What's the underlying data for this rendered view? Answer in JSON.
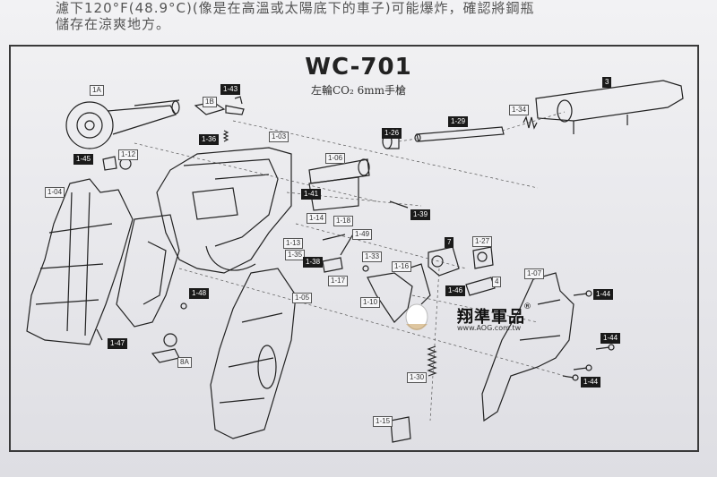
{
  "header": {
    "line1": "濾下120°F(48.9°C)(像是在高溫或太陽底下的車子)可能爆炸，確認將鋼瓶",
    "line2": "儲存在涼爽地方。"
  },
  "diagram": {
    "title": "WC-701",
    "subtitle": "左輪CO₂ 6mm手槍"
  },
  "parts": [
    {
      "id": "1A",
      "style": "outline"
    },
    {
      "id": "1-43",
      "style": "filled"
    },
    {
      "id": "1B",
      "style": "outline"
    },
    {
      "id": "1-36",
      "style": "filled"
    },
    {
      "id": "1-03",
      "style": "outline"
    },
    {
      "id": "1-45",
      "style": "filled"
    },
    {
      "id": "1-12",
      "style": "outline"
    },
    {
      "id": "1-04",
      "style": "outline"
    },
    {
      "id": "1-06",
      "style": "outline"
    },
    {
      "id": "1-26",
      "style": "filled"
    },
    {
      "id": "1-29",
      "style": "filled"
    },
    {
      "id": "1-34",
      "style": "outline"
    },
    {
      "id": "3",
      "style": "filled"
    },
    {
      "id": "1-41",
      "style": "filled"
    },
    {
      "id": "1-39",
      "style": "filled"
    },
    {
      "id": "1-14",
      "style": "outline"
    },
    {
      "id": "1-18",
      "style": "outline"
    },
    {
      "id": "1-49",
      "style": "outline"
    },
    {
      "id": "1-13",
      "style": "outline"
    },
    {
      "id": "1-35",
      "style": "outline"
    },
    {
      "id": "1-38",
      "style": "filled"
    },
    {
      "id": "1-17",
      "style": "outline"
    },
    {
      "id": "1-33",
      "style": "outline"
    },
    {
      "id": "1-16",
      "style": "outline"
    },
    {
      "id": "7",
      "style": "filled"
    },
    {
      "id": "1-27",
      "style": "outline"
    },
    {
      "id": "4",
      "style": "outline"
    },
    {
      "id": "1-07",
      "style": "outline"
    },
    {
      "id": "1-44",
      "style": "filled"
    },
    {
      "id": "1-05",
      "style": "outline"
    },
    {
      "id": "1-10",
      "style": "outline"
    },
    {
      "id": "1-46",
      "style": "filled"
    },
    {
      "id": "1-48",
      "style": "filled"
    },
    {
      "id": "1-47",
      "style": "filled"
    },
    {
      "id": "8A",
      "style": "outline"
    },
    {
      "id": "1-30",
      "style": "outline"
    },
    {
      "id": "1-15",
      "style": "outline"
    },
    {
      "id": "1-44",
      "style": "filled"
    },
    {
      "id": "1-44",
      "style": "filled"
    }
  ],
  "watermark": {
    "text": "翔準軍品",
    "url": "www.AOG.com.tw",
    "registered": "®"
  }
}
